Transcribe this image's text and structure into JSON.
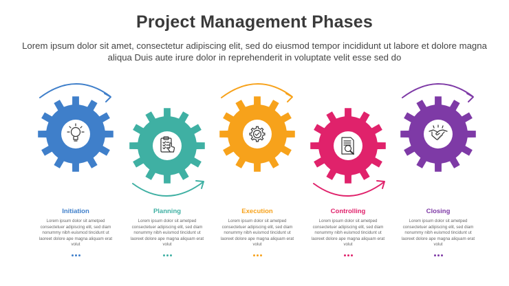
{
  "title": "Project Management Phases",
  "subtitle": "Lorem ipsum dolor sit amet, consectetur adipiscing elit, sed do eiusmod tempor incididunt ut labore et dolore magna aliqua Duis aute irure dolor in reprehenderit in voluptate velit esse sed do",
  "phases": [
    {
      "label": "Initiation",
      "color": "#3f7fca",
      "icon": "lightbulb-icon",
      "arrow": "top",
      "description": "Lorem ipsum dolor sit ametped consectetuer adipiscing elit, sed diam nonummy nibh euismod tincidunt ut laoreet dolore ape magna aliquam erat volut"
    },
    {
      "label": "Planning",
      "color": "#3fb0a3",
      "icon": "clipboard-checklist-icon",
      "arrow": "bottom",
      "description": "Lorem ipsum dolor sit ametped consectetuer adipiscing elit, sed diam nonummy nibh euismod tincidunt ut laoreet dolore ape magna aliquam erat volut"
    },
    {
      "label": "Execution",
      "color": "#f7a21b",
      "icon": "gear-check-icon",
      "arrow": "top",
      "description": "Lorem ipsum dolor sit ametped consectetuer adipiscing elit, sed diam nonummy nibh euismod tincidunt ut laoreet dolore ape magna aliquam erat volut"
    },
    {
      "label": "Controlling",
      "color": "#e0226b",
      "icon": "document-search-icon",
      "arrow": "bottom",
      "description": "Lorem ipsum dolor sit ametped consectetuer adipiscing elit, sed diam nonummy nibh euismod tincidunt ut laoreet dolore ape magna aliquam erat volut"
    },
    {
      "label": "Closing",
      "color": "#7e3aa6",
      "icon": "handshake-icon",
      "arrow": "top",
      "description": "Lorem ipsum dolor sit ametped consectetuer adipiscing elit, sed diam nonummy nibh euismod tincidunt ut laoreet dolore ape magna aliquam erat volut"
    }
  ]
}
